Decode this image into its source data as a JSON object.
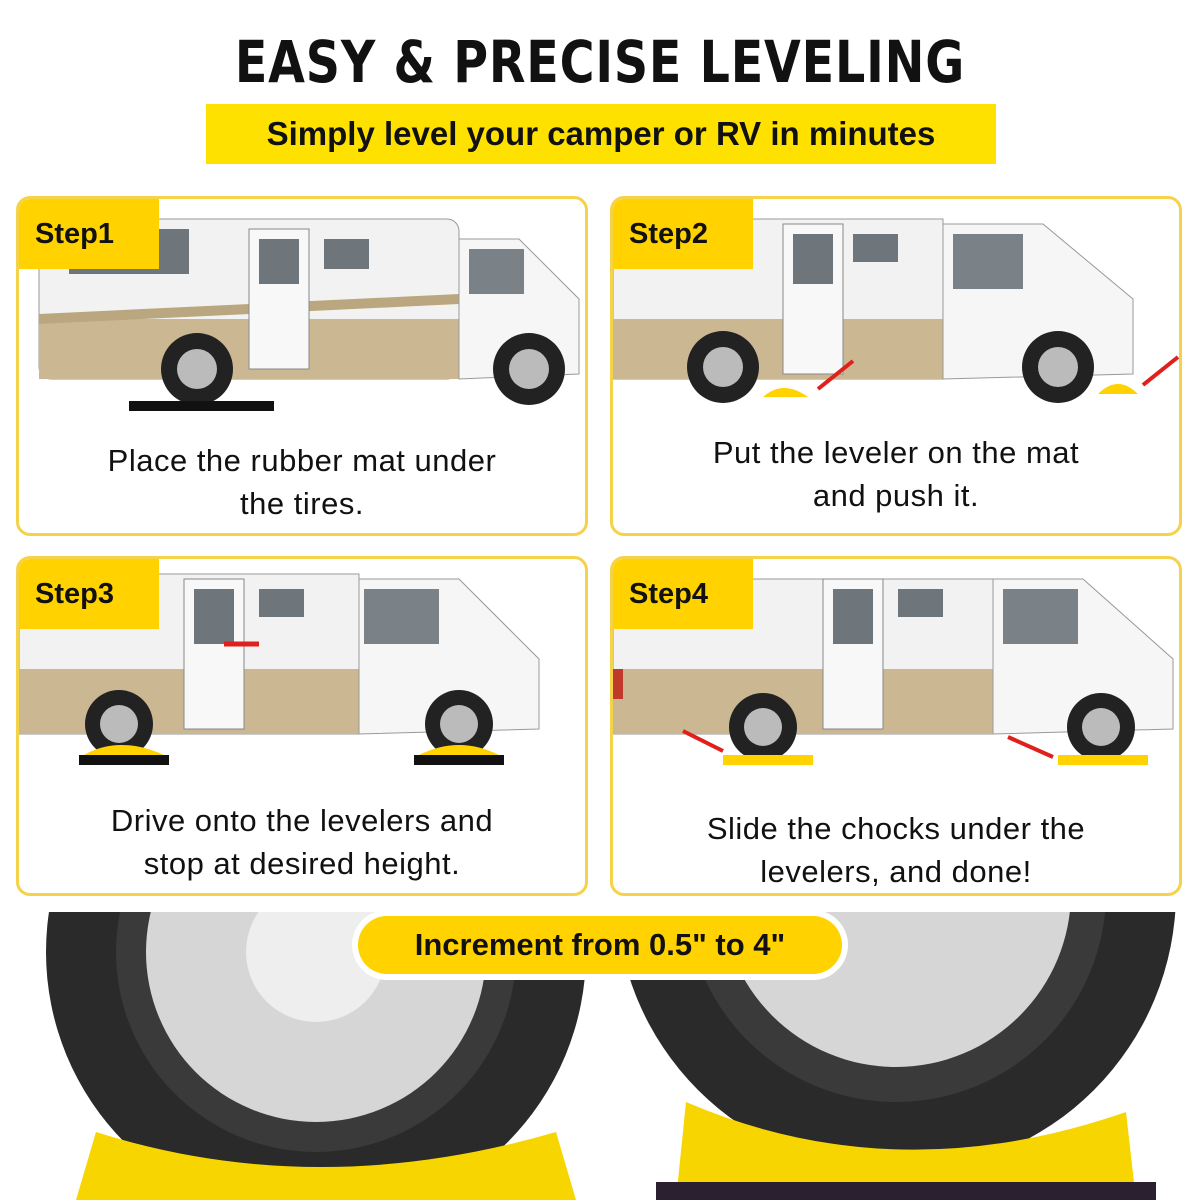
{
  "headline": "EASY & PRECISE LEVELING",
  "subheadline": "Simply level your camper or RV in minutes",
  "steps": [
    {
      "label": "Step1",
      "caption_line1": "Place the rubber mat under",
      "caption_line2": "the tires."
    },
    {
      "label": "Step2",
      "caption_line1": "Put the leveler on the mat",
      "caption_line2": "and push it."
    },
    {
      "label": "Step3",
      "caption_line1": "Drive onto the levelers and",
      "caption_line2": "stop at desired height."
    },
    {
      "label": "Step4",
      "caption_line1": "Slide the chocks under the",
      "caption_line2": "levelers, and done!"
    }
  ],
  "bottom_banner": "Increment from 0.5\" to 4\"",
  "colors": {
    "accent_yellow": "#ffd200",
    "card_border": "#f4d24a",
    "arrow_red": "#e0201c",
    "rv_beige": "#c8b48e"
  }
}
